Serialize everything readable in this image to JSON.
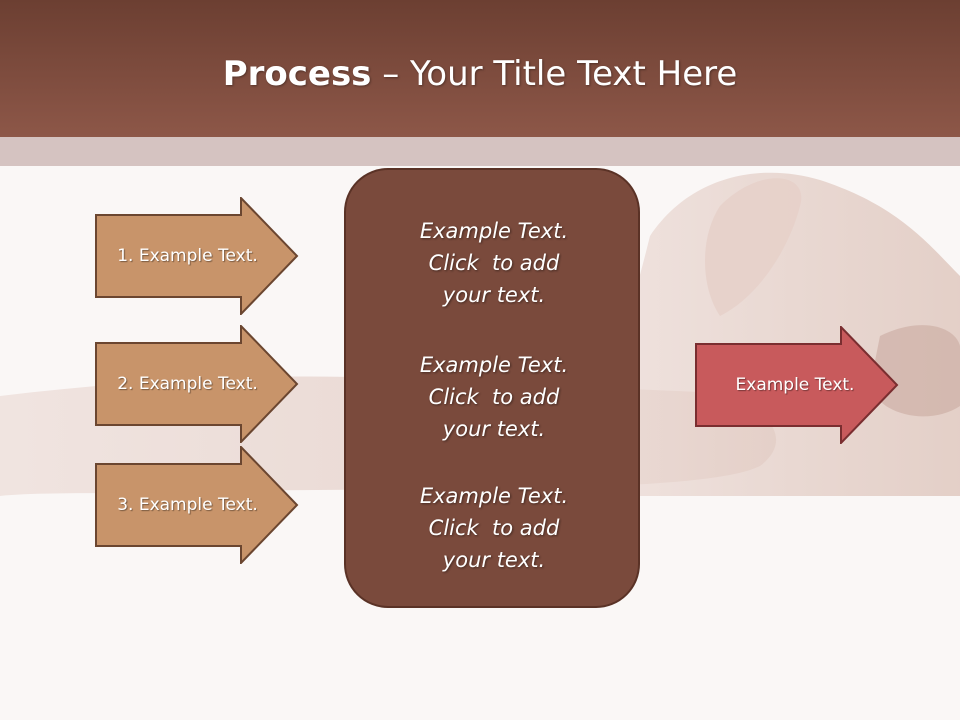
{
  "slide": {
    "title_bold": "Process",
    "title_rest": " – Your Title Text Here"
  },
  "left_arrows": [
    {
      "label": "1. Example Text."
    },
    {
      "label": "2. Example Text."
    },
    {
      "label": "3. Example Text."
    }
  ],
  "center_box": {
    "paragraphs": [
      {
        "lines": [
          "Example Text.",
          "Click  to add",
          "your text."
        ]
      },
      {
        "lines": [
          "Example Text.",
          "Click  to add",
          "your text."
        ]
      },
      {
        "lines": [
          "Example Text.",
          "Click  to add",
          "your text."
        ]
      }
    ]
  },
  "right_arrow": {
    "label": "Example Text."
  },
  "colors": {
    "header": "#7c4a3d",
    "left_arrow_fill": "#c8946a",
    "center_box_fill": "#7a4a3c",
    "right_arrow_fill": "#c85a5c"
  }
}
